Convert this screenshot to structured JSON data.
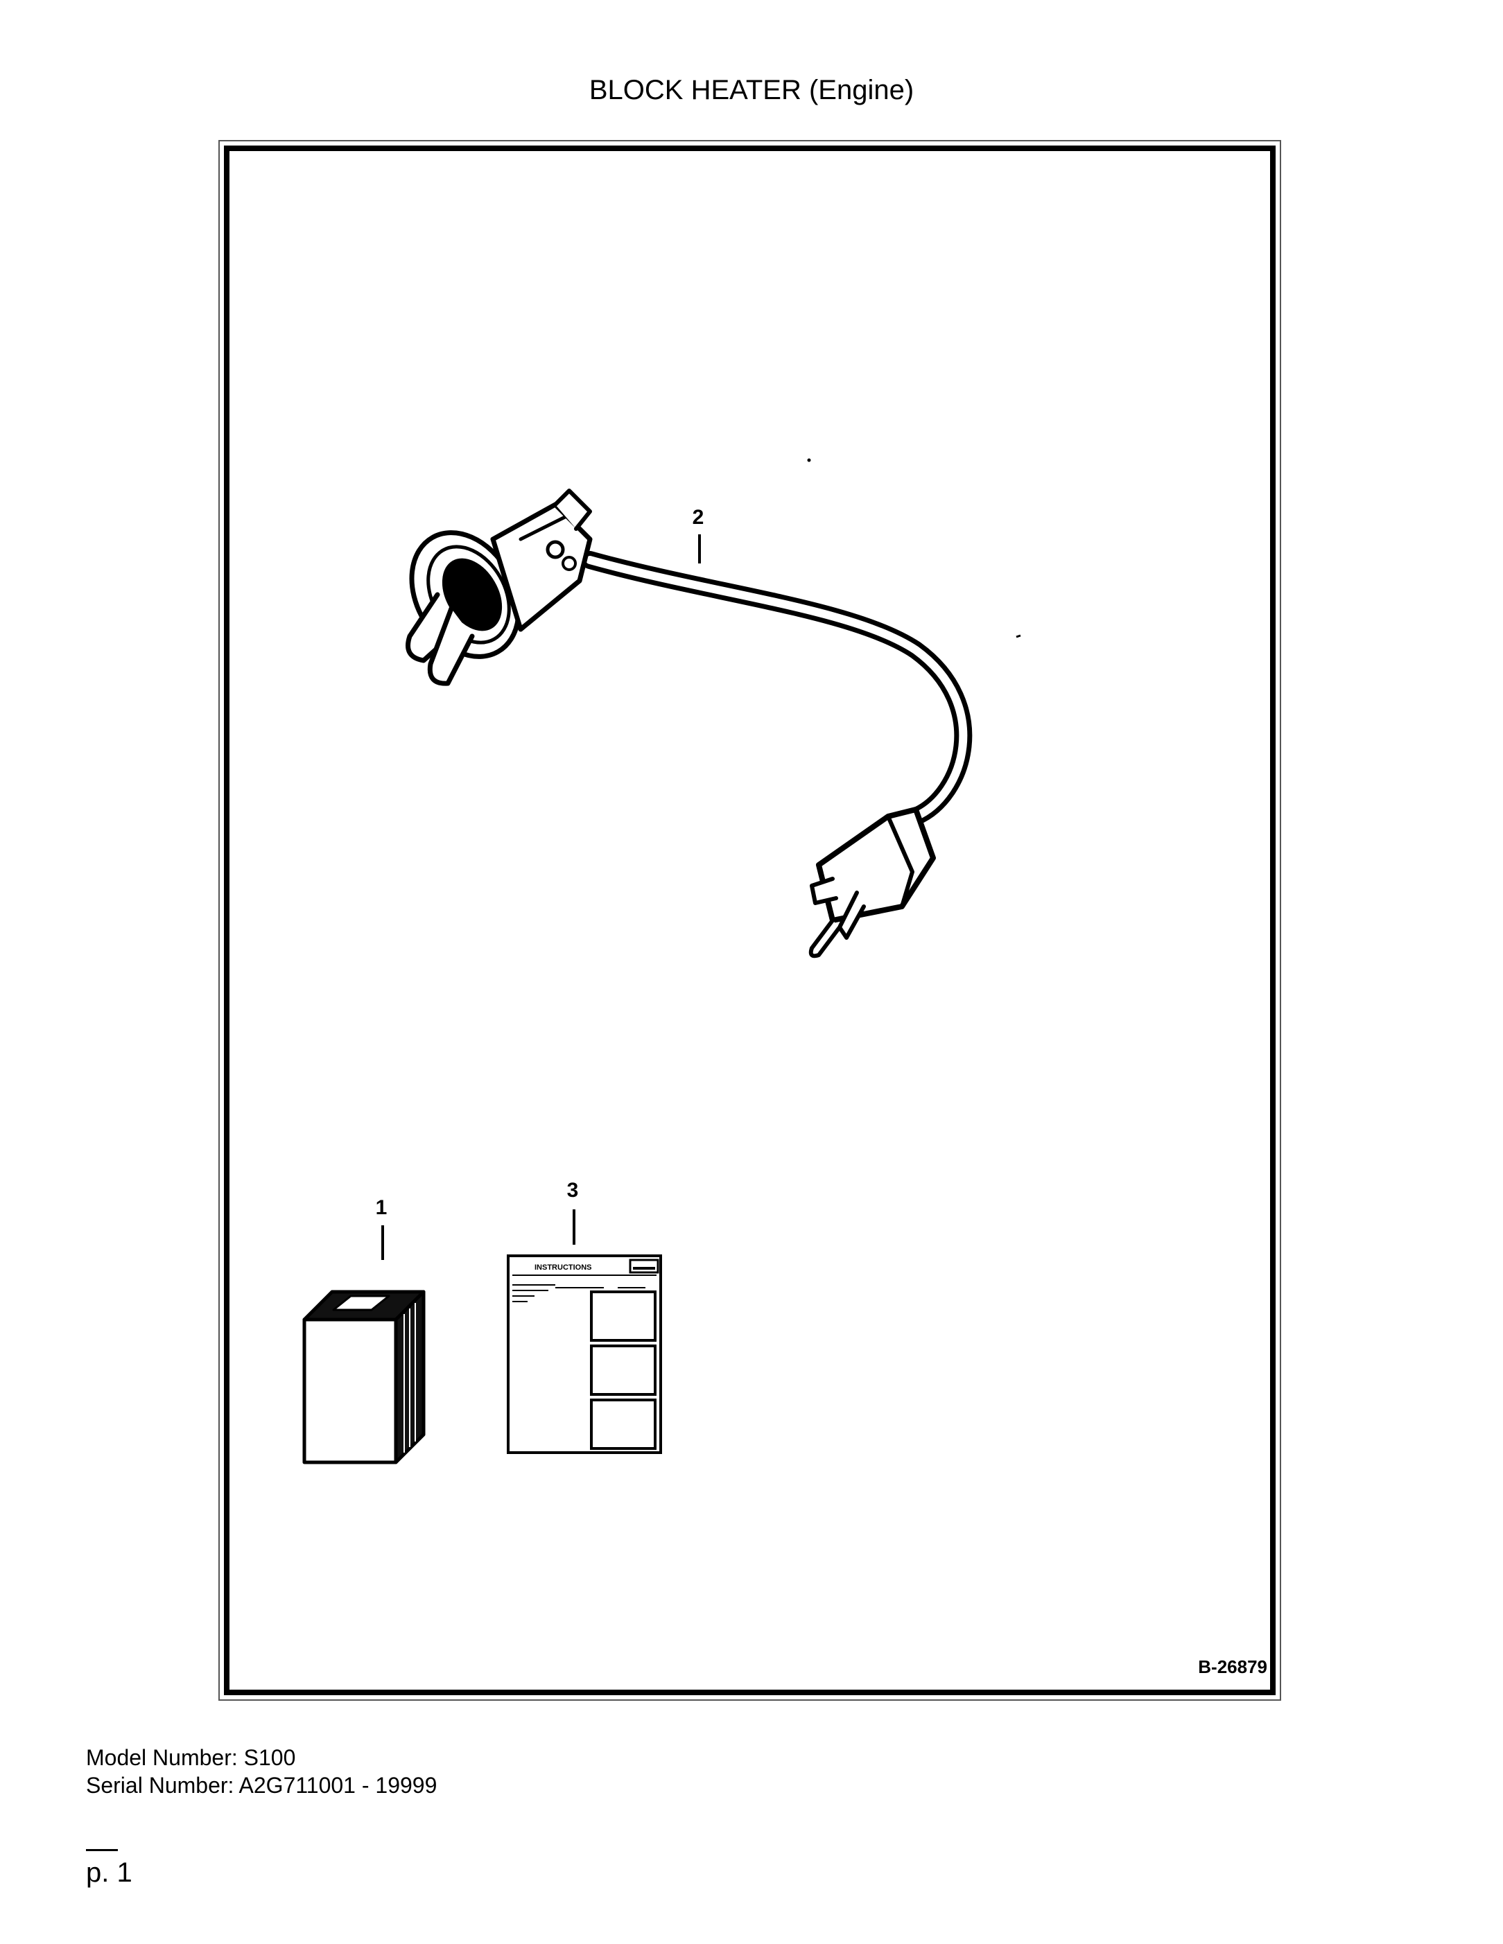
{
  "page": {
    "title": "BLOCK HEATER (Engine)",
    "figure_ref": "B-26879",
    "callouts": [
      "1",
      "2",
      "3"
    ],
    "instruction_sheet_heading": "INSTRUCTIONS",
    "model_number": "Model Number: S100",
    "serial_number": "Serial Number: A2G711001 - 19999",
    "page_number": "p. 1"
  }
}
